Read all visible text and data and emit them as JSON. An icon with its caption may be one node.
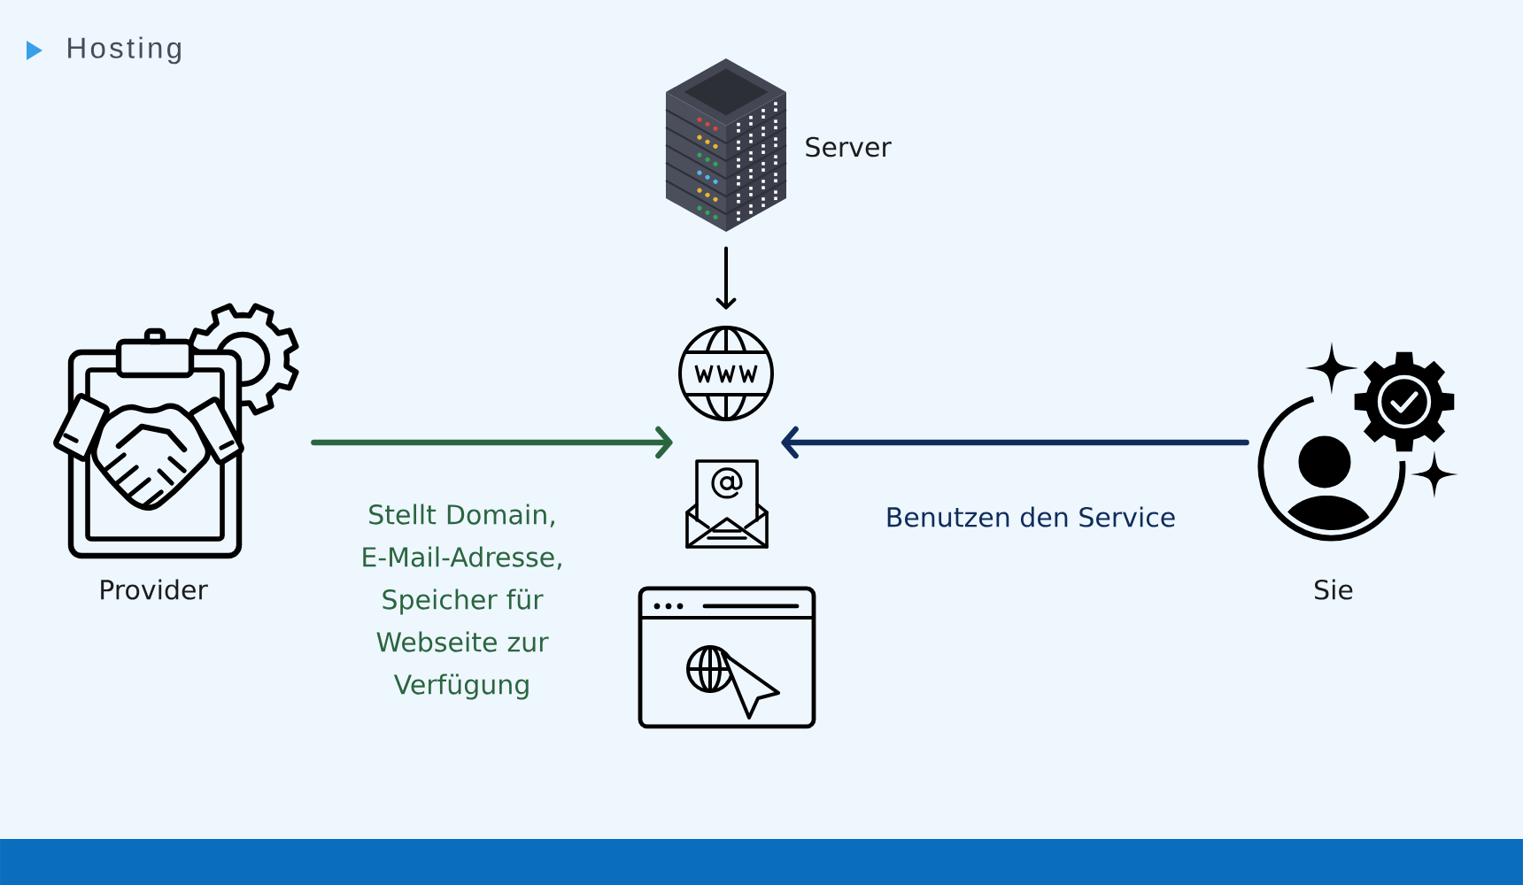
{
  "diagram": {
    "title": "Hosting",
    "nodes": [
      {
        "text": [],
        "shape": "picture",
        "beside": [
          "Server"
        ]
      },
      {
        "text": [],
        "shape": "picture",
        "beside": [
          "Provider"
        ]
      },
      {
        "text": [],
        "shape": "picture"
      },
      {
        "text": [],
        "shape": "picture"
      },
      {
        "text": [],
        "shape": "picture"
      },
      {
        "text": [],
        "shape": "picture",
        "beside": [
          "Sie"
        ]
      }
    ],
    "edges": [
      {
        "from": 0,
        "to": 2,
        "arrow": "to"
      },
      {
        "from": 1,
        "to": 3,
        "arrow": "to",
        "label": "Stellt Domain, E-Mail-Adresse, Speicher für Webseite zur Verfügung",
        "color": "#2b6540"
      },
      {
        "from": 5,
        "to": 3,
        "arrow": "to",
        "label": "Benutzen den Service",
        "color": "#102c5c"
      }
    ]
  }
}
